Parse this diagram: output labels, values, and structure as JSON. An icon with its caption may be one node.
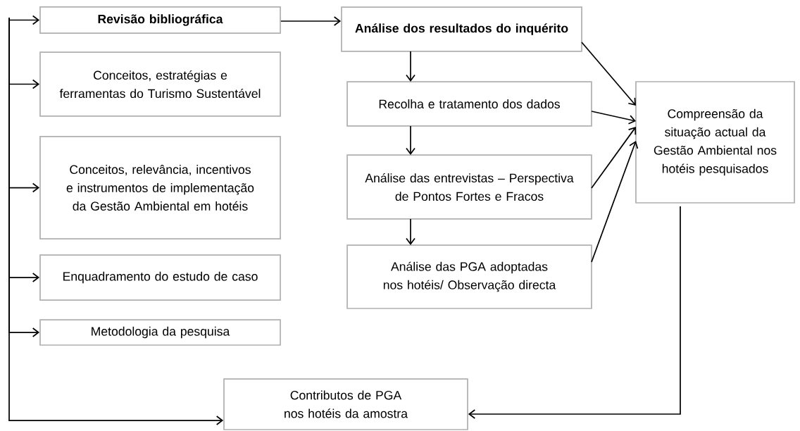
{
  "diagram": {
    "nodes": [
      {
        "text": [
          "**Revisão bibliográfica**"
        ]
      },
      {
        "text": [
          "Conceitos, estratégias e ferramentas do Turismo Sustentável"
        ]
      },
      {
        "text": [
          "Conceitos, relevância, incentivos e instrumentos de implementação da Gestão Ambiental em hotéis"
        ]
      },
      {
        "text": [
          "Enquadramento do estudo de caso"
        ]
      },
      {
        "text": [
          "Metodologia da pesquisa"
        ]
      },
      {
        "text": [
          "**Análise dos resultados do inquérito**"
        ]
      },
      {
        "text": [
          "Recolha e tratamento dos dados"
        ]
      },
      {
        "text": [
          "Análise das entrevistas – Perspectiva de Pontos Fortes e Fracos"
        ]
      },
      {
        "text": [
          "Análise das PGA adoptadas nos hotéis/ Observação directa"
        ]
      },
      {
        "text": [
          "Compreensão da situação actual da Gestão Ambiental nos hotéis pesquisados"
        ]
      },
      {
        "text": [
          "Contributos de PGA nos hotéis da amostra"
        ]
      }
    ],
    "edges": [
      {
        "from": 0,
        "to": 5,
        "arrow": "to"
      },
      {
        "from": 5,
        "to": 6,
        "arrow": "to"
      },
      {
        "from": 6,
        "to": 7,
        "arrow": "to"
      },
      {
        "from": 7,
        "to": 8,
        "arrow": "to"
      },
      {
        "from": 5,
        "to": 9,
        "arrow": "to"
      },
      {
        "from": 6,
        "to": 9,
        "arrow": "to"
      },
      {
        "from": 7,
        "to": 9,
        "arrow": "to"
      },
      {
        "from": 8,
        "to": 9,
        "arrow": "to"
      },
      {
        "from": 9,
        "to": 10,
        "arrow": "to"
      },
      {
        "from": null,
        "to": 0,
        "arrow": "to"
      },
      {
        "from": null,
        "to": 1,
        "arrow": "to"
      },
      {
        "from": null,
        "to": 2,
        "arrow": "to"
      },
      {
        "from": null,
        "to": 3,
        "arrow": "to"
      },
      {
        "from": null,
        "to": 4,
        "arrow": "to"
      },
      {
        "from": null,
        "to": 10,
        "arrow": "to"
      }
    ]
  }
}
